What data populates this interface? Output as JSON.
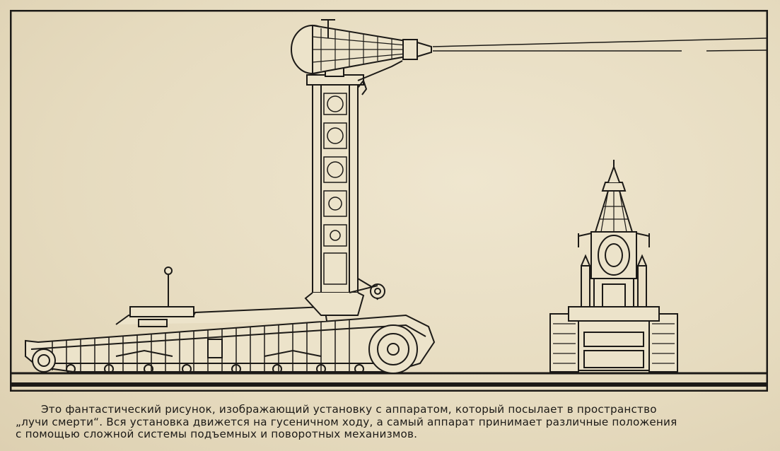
{
  "caption": {
    "line1": "Это фантастический рисунок, изображающий установку с аппаратом, который посылает в пространство",
    "line2": "„лучи смерти“. Вся установка движется на гусеничном ходу, а самый аппарат принимает различные положения",
    "line3": "с помощью сложной системы подъемных и поворотных механизмов."
  },
  "colors": {
    "paper": "#e9dfc6",
    "ink": "#1c1a17"
  }
}
